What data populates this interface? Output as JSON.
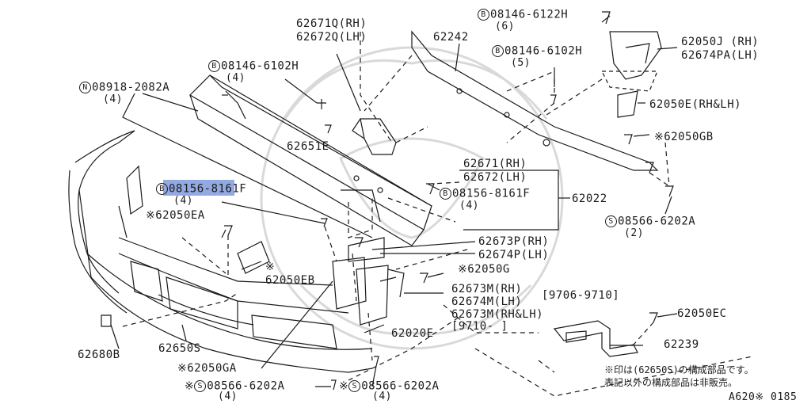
{
  "parts": {
    "p62671Q": "62671Q(RH)",
    "p62672Q": "62672Q(LH)",
    "p08146_6122H": "08146-6122H",
    "p08146_6122H_qty": "(6)",
    "p62242": "62242",
    "p62050J": "62050J (RH)",
    "p62674PA": "62674PA(LH)",
    "p08146_6102H_a": "08146-6102H",
    "p08146_6102H_a_qty": "(4)",
    "p08146_6102H_b": "08146-6102H",
    "p08146_6102H_b_qty": "(5)",
    "p08918": "08918-2082A",
    "p08918_qty": "(4)",
    "p62050E": "62050E(RH&LH)",
    "p62651E": "62651E",
    "p62050GB": "62050GB",
    "p62671": "62671(RH)",
    "p62672": "62672(LH)",
    "p62022": "62022",
    "p08156_a": "08156-8161F",
    "p08156_a_qty": "(4)",
    "p08156_b": "08156-8161F",
    "p08156_b_qty": "(4)",
    "p08566_c": "08566-6202A",
    "p08566_c_qty": "(2)",
    "p62050EA": "62050EA",
    "hibaihin": "非販売",
    "p62673P": "62673P(RH)",
    "p62674P": "62674P(LH)",
    "p62050EB": "62050EB",
    "p62050G": "62050G",
    "p62673M": "62673M(RH)",
    "p62674M": "62674M(LH)",
    "p62673M_range": "[9706-9710]",
    "p62673M_both": "62673M(RH&LH)",
    "p62673M_both_range": "[9710-    ]",
    "p62050EC": "62050EC",
    "p62680B": "62680B",
    "p62650S": "62650S",
    "p62020E": "62020E",
    "p62239": "62239",
    "p62050GA": "62050GA",
    "p08566_a": "08566-6202A",
    "p08566_a_qty": "(4)",
    "p08566_b": "08566-6202A",
    "p08566_b_qty": "(4)"
  },
  "symbols": {
    "B": "B",
    "N": "N",
    "S": "S",
    "star": "※"
  },
  "notes": {
    "line1": "※印は(62650S)の構成部品です。",
    "line2": "表記以外の構成部品は非販売。"
  },
  "ref_code": "A620※ 0185",
  "colors": {
    "highlight": "#3a63c9",
    "ink": "#1a1a1a"
  }
}
